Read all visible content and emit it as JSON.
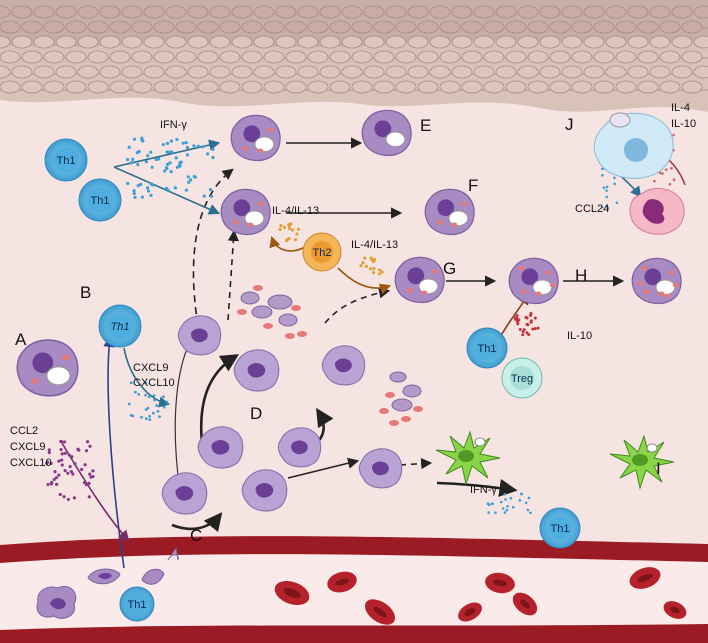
{
  "panels": {
    "a": "A",
    "b": "B",
    "c": "C",
    "d": "D",
    "e": "E",
    "f": "F",
    "g": "G",
    "h": "H",
    "i": "I",
    "j": "J"
  },
  "cells": {
    "th1": "Th1",
    "th2": "Th2",
    "treg": "Treg"
  },
  "labels": {
    "ifng_top": "IFN-γ",
    "il4il13_f": "IL-4/IL-13",
    "il4il13_g": "IL-4/IL-13",
    "cxcl9": "CXCL9",
    "cxcl10": "CXCL10",
    "ccl2": "CCL2",
    "cxcl9_a": "CXCL9",
    "cxcl10_a": "CXCL10",
    "il10_h": "IL-10",
    "ifng_bottom": "IFN-γ",
    "il4_j": "IL-4",
    "il10_j": "IL-10",
    "ccl24": "CCL24"
  },
  "colors": {
    "skin_bg": "#f6e4e2",
    "epidermis": "#d8bfb6",
    "macrophage": "#a98bc4",
    "nucleus": "#6b3f96",
    "th1": "#58b4e0",
    "th2": "#f0a040",
    "treg": "#a6e0d8",
    "vessel": "#9b1b24",
    "rbc": "#b5222b",
    "dendritic": "#7ac943"
  }
}
